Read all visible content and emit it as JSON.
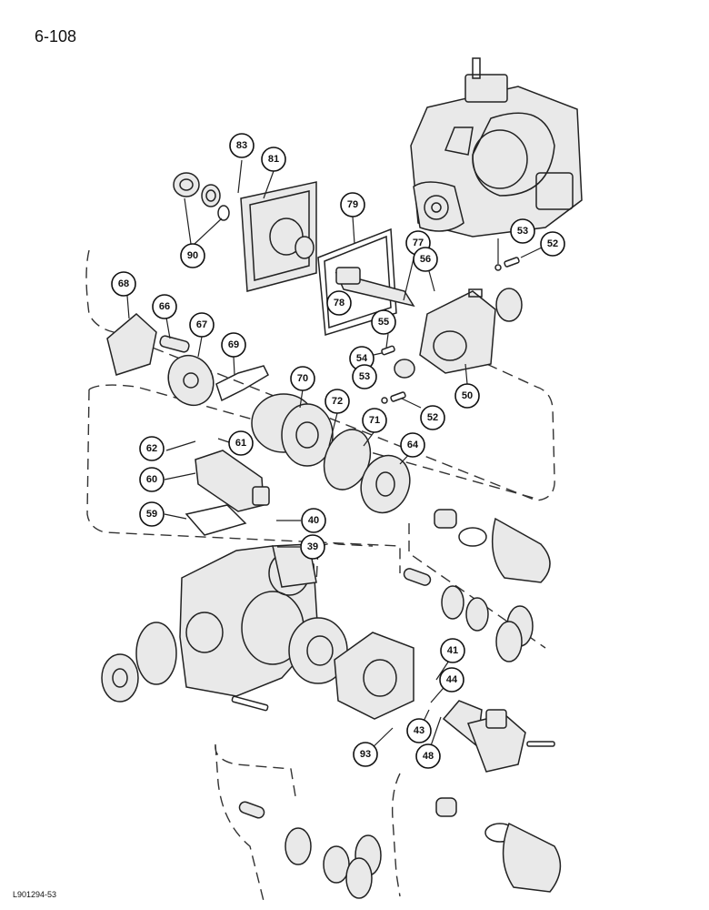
{
  "page_number": "6-108",
  "footer_code": "L901294-53",
  "callouts": [
    {
      "label": "83"
    },
    {
      "label": "81"
    },
    {
      "label": "79"
    },
    {
      "label": "90"
    },
    {
      "label": "77"
    },
    {
      "label": "78"
    },
    {
      "label": "56"
    },
    {
      "label": "53"
    },
    {
      "label": "52"
    },
    {
      "label": "68"
    },
    {
      "label": "66"
    },
    {
      "label": "67"
    },
    {
      "label": "55"
    },
    {
      "label": "54"
    },
    {
      "label": "69"
    },
    {
      "label": "70"
    },
    {
      "label": "53"
    },
    {
      "label": "52"
    },
    {
      "label": "50"
    },
    {
      "label": "72"
    },
    {
      "label": "71"
    },
    {
      "label": "64"
    },
    {
      "label": "62"
    },
    {
      "label": "61"
    },
    {
      "label": "60"
    },
    {
      "label": "59"
    },
    {
      "label": "40"
    },
    {
      "label": "39"
    },
    {
      "label": "41"
    },
    {
      "label": "44"
    },
    {
      "label": "43"
    },
    {
      "label": "48"
    },
    {
      "label": "93"
    }
  ]
}
